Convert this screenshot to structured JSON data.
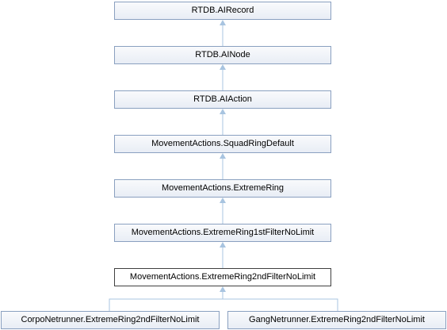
{
  "diagram": {
    "nodes": {
      "ai_record": "RTDB.AIRecord",
      "ai_node": "RTDB.AINode",
      "ai_action": "RTDB.AIAction",
      "squad_ring_default": "MovementActions.SquadRingDefault",
      "extreme_ring": "MovementActions.ExtremeRing",
      "extreme_ring_1st": "MovementActions.ExtremeRing1stFilterNoLimit",
      "extreme_ring_2nd": "MovementActions.ExtremeRing2ndFilterNoLimit",
      "corpo_netrunner": "CorpoNetrunner.ExtremeRing2ndFilterNoLimit",
      "gang_netrunner": "GangNetrunner.ExtremeRing2ndFilterNoLimit"
    },
    "colors": {
      "edge": "#a8c4e0",
      "node_border": "#8aa0c0",
      "current_border": "#404040"
    }
  }
}
